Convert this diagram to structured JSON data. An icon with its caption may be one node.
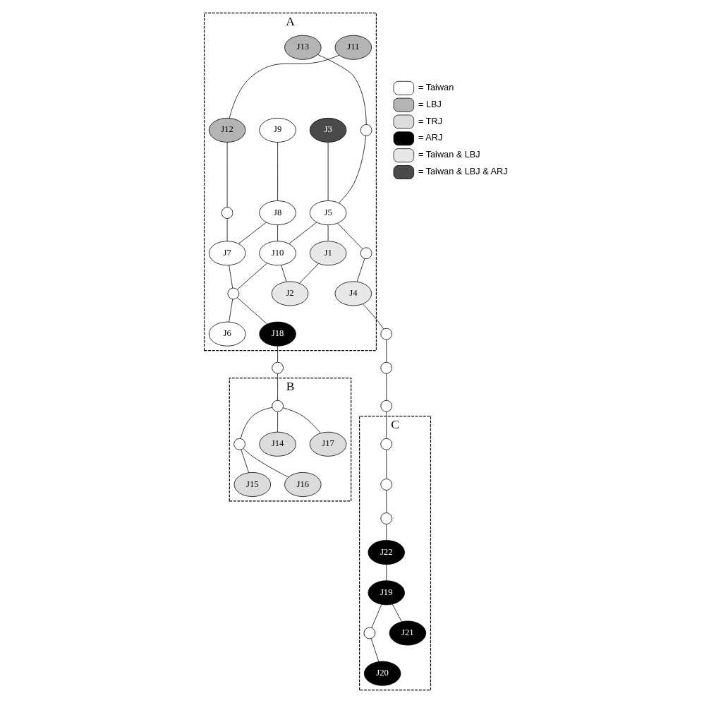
{
  "diagram": {
    "nodes": [
      {
        "text": [
          "A"
        ]
      },
      {
        "text": [
          "J11"
        ],
        "in": 0
      },
      {
        "text": [
          "J12"
        ],
        "in": 0
      },
      {
        "text": [],
        "shape": "circle",
        "in": 0
      },
      {
        "text": [
          "J9"
        ],
        "in": 0
      },
      {
        "text": [
          "J13"
        ],
        "in": 0
      },
      {
        "text": [
          "J8"
        ],
        "in": 0
      },
      {
        "text": [
          "J7"
        ],
        "in": 0
      },
      {
        "text": [],
        "shape": "circle",
        "in": 0
      },
      {
        "text": [
          "J3"
        ],
        "in": 0
      },
      {
        "text": [
          "J5"
        ],
        "in": 0
      },
      {
        "text": [
          "J10"
        ],
        "in": 0
      },
      {
        "text": [],
        "shape": "circle",
        "in": 0
      },
      {
        "text": [
          "J6"
        ],
        "in": 0
      },
      {
        "text": [],
        "shape": "circle",
        "in": 0
      },
      {
        "text": [
          "J1"
        ],
        "in": 0
      },
      {
        "text": [
          "J2"
        ],
        "in": 0
      },
      {
        "text": [
          "J18"
        ],
        "in": 0
      },
      {
        "text": [
          "J4"
        ],
        "in": 0
      },
      {
        "text": [
          "B"
        ]
      },
      {
        "text": [],
        "shape": "circle"
      },
      {
        "text": [
          "J14"
        ],
        "in": 19
      },
      {
        "text": [],
        "shape": "circle",
        "in": 19
      },
      {
        "text": [
          "J17"
        ],
        "in": 19
      },
      {
        "text": [
          "J15"
        ],
        "in": 19
      },
      {
        "text": [],
        "shape": "circle",
        "in": 19
      },
      {
        "text": [
          "J16"
        ],
        "in": 19
      },
      {
        "text": [],
        "shape": "circle"
      },
      {
        "text": [],
        "shape": "circle"
      },
      {
        "text": [],
        "shape": "circle"
      },
      {
        "text": [
          "C"
        ]
      },
      {
        "text": [],
        "shape": "circle",
        "in": 30
      },
      {
        "text": [],
        "shape": "circle",
        "in": 30
      },
      {
        "text": [],
        "shape": "circle",
        "in": 30
      },
      {
        "text": [
          "J22"
        ],
        "in": 30
      },
      {
        "text": [
          "J19"
        ],
        "in": 30
      },
      {
        "text": [],
        "shape": "circle",
        "in": 30
      },
      {
        "text": [
          "J20"
        ],
        "in": 30
      },
      {
        "text": [
          "J21"
        ],
        "in": 30
      }
    ],
    "edges": [
      {
        "from": 1,
        "to": 2,
        "arrow": "none"
      },
      {
        "from": 2,
        "to": 3,
        "arrow": "none"
      },
      {
        "from": 3,
        "to": 7,
        "arrow": "none"
      },
      {
        "from": 4,
        "to": 6,
        "arrow": "none"
      },
      {
        "from": 6,
        "to": 7,
        "arrow": "none"
      },
      {
        "from": 6,
        "to": 11,
        "arrow": "none"
      },
      {
        "from": 5,
        "to": 8,
        "arrow": "none"
      },
      {
        "from": 8,
        "to": 10,
        "arrow": "none"
      },
      {
        "from": 9,
        "to": 10,
        "arrow": "none"
      },
      {
        "from": 10,
        "to": 11,
        "arrow": "none"
      },
      {
        "from": 7,
        "to": 12,
        "arrow": "none"
      },
      {
        "from": 11,
        "to": 12,
        "arrow": "none"
      },
      {
        "from": 12,
        "to": 13,
        "arrow": "none"
      },
      {
        "from": 12,
        "to": 17,
        "arrow": "none"
      },
      {
        "from": 10,
        "to": 14,
        "arrow": "none"
      },
      {
        "from": 14,
        "to": 18,
        "arrow": "none"
      },
      {
        "from": 10,
        "to": 15,
        "arrow": "none"
      },
      {
        "from": 15,
        "to": 16,
        "arrow": "none"
      },
      {
        "from": 11,
        "to": 16,
        "arrow": "none"
      },
      {
        "from": 17,
        "to": 20,
        "arrow": "none"
      },
      {
        "from": 20,
        "to": 22,
        "arrow": "none"
      },
      {
        "from": 22,
        "to": 21,
        "arrow": "none"
      },
      {
        "from": 22,
        "to": 23,
        "arrow": "none"
      },
      {
        "from": 22,
        "to": 25,
        "arrow": "none"
      },
      {
        "from": 25,
        "to": 24,
        "arrow": "none"
      },
      {
        "from": 25,
        "to": 26,
        "arrow": "none"
      },
      {
        "from": 18,
        "to": 27,
        "arrow": "none"
      },
      {
        "from": 27,
        "to": 28,
        "arrow": "none"
      },
      {
        "from": 28,
        "to": 29,
        "arrow": "none"
      },
      {
        "from": 29,
        "to": 33,
        "arrow": "none"
      },
      {
        "from": 33,
        "to": 32,
        "arrow": "none"
      },
      {
        "from": 32,
        "to": 31,
        "arrow": "none"
      },
      {
        "from": 31,
        "to": 34,
        "arrow": "none"
      },
      {
        "from": 34,
        "to": 35,
        "arrow": "none"
      },
      {
        "from": 35,
        "to": 38,
        "arrow": "none"
      },
      {
        "from": 35,
        "to": 36,
        "arrow": "none"
      },
      {
        "from": 36,
        "to": 37,
        "arrow": "none"
      }
    ],
    "legend": [
      {
        "text": "= Taiwan",
        "color": "#ffffff"
      },
      {
        "text": "= LBJ",
        "color": "#b4b4b4"
      },
      {
        "text": "= TRJ",
        "color": "#dcdcdc"
      },
      {
        "text": "= ARJ",
        "color": "#000000"
      },
      {
        "text": "= Taiwan & LBJ",
        "color": "#e8e8e8"
      },
      {
        "text": "= Taiwan & LBJ & ARJ",
        "color": "#4a4a4a"
      }
    ]
  }
}
